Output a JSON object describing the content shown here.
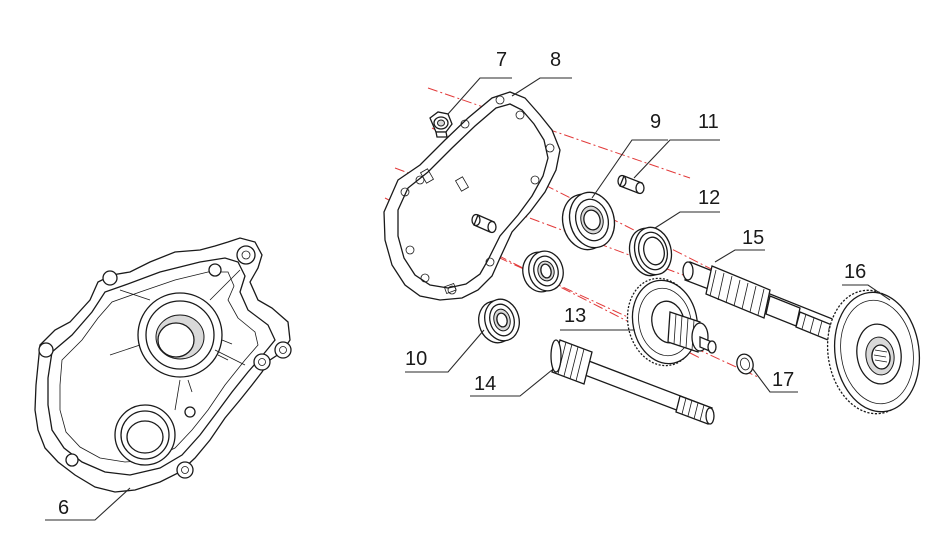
{
  "diagram": {
    "callouts": [
      {
        "id": "6",
        "label": "6"
      },
      {
        "id": "7",
        "label": "7"
      },
      {
        "id": "8",
        "label": "8"
      },
      {
        "id": "9",
        "label": "9"
      },
      {
        "id": "10",
        "label": "10"
      },
      {
        "id": "11",
        "label": "11"
      },
      {
        "id": "12",
        "label": "12"
      },
      {
        "id": "13",
        "label": "13"
      },
      {
        "id": "14",
        "label": "14"
      },
      {
        "id": "15",
        "label": "15"
      },
      {
        "id": "16",
        "label": "16"
      },
      {
        "id": "17",
        "label": "17"
      }
    ],
    "colors": {
      "line": "#1a1a1a",
      "centerline": "#e23a3a",
      "background": "#ffffff"
    }
  }
}
